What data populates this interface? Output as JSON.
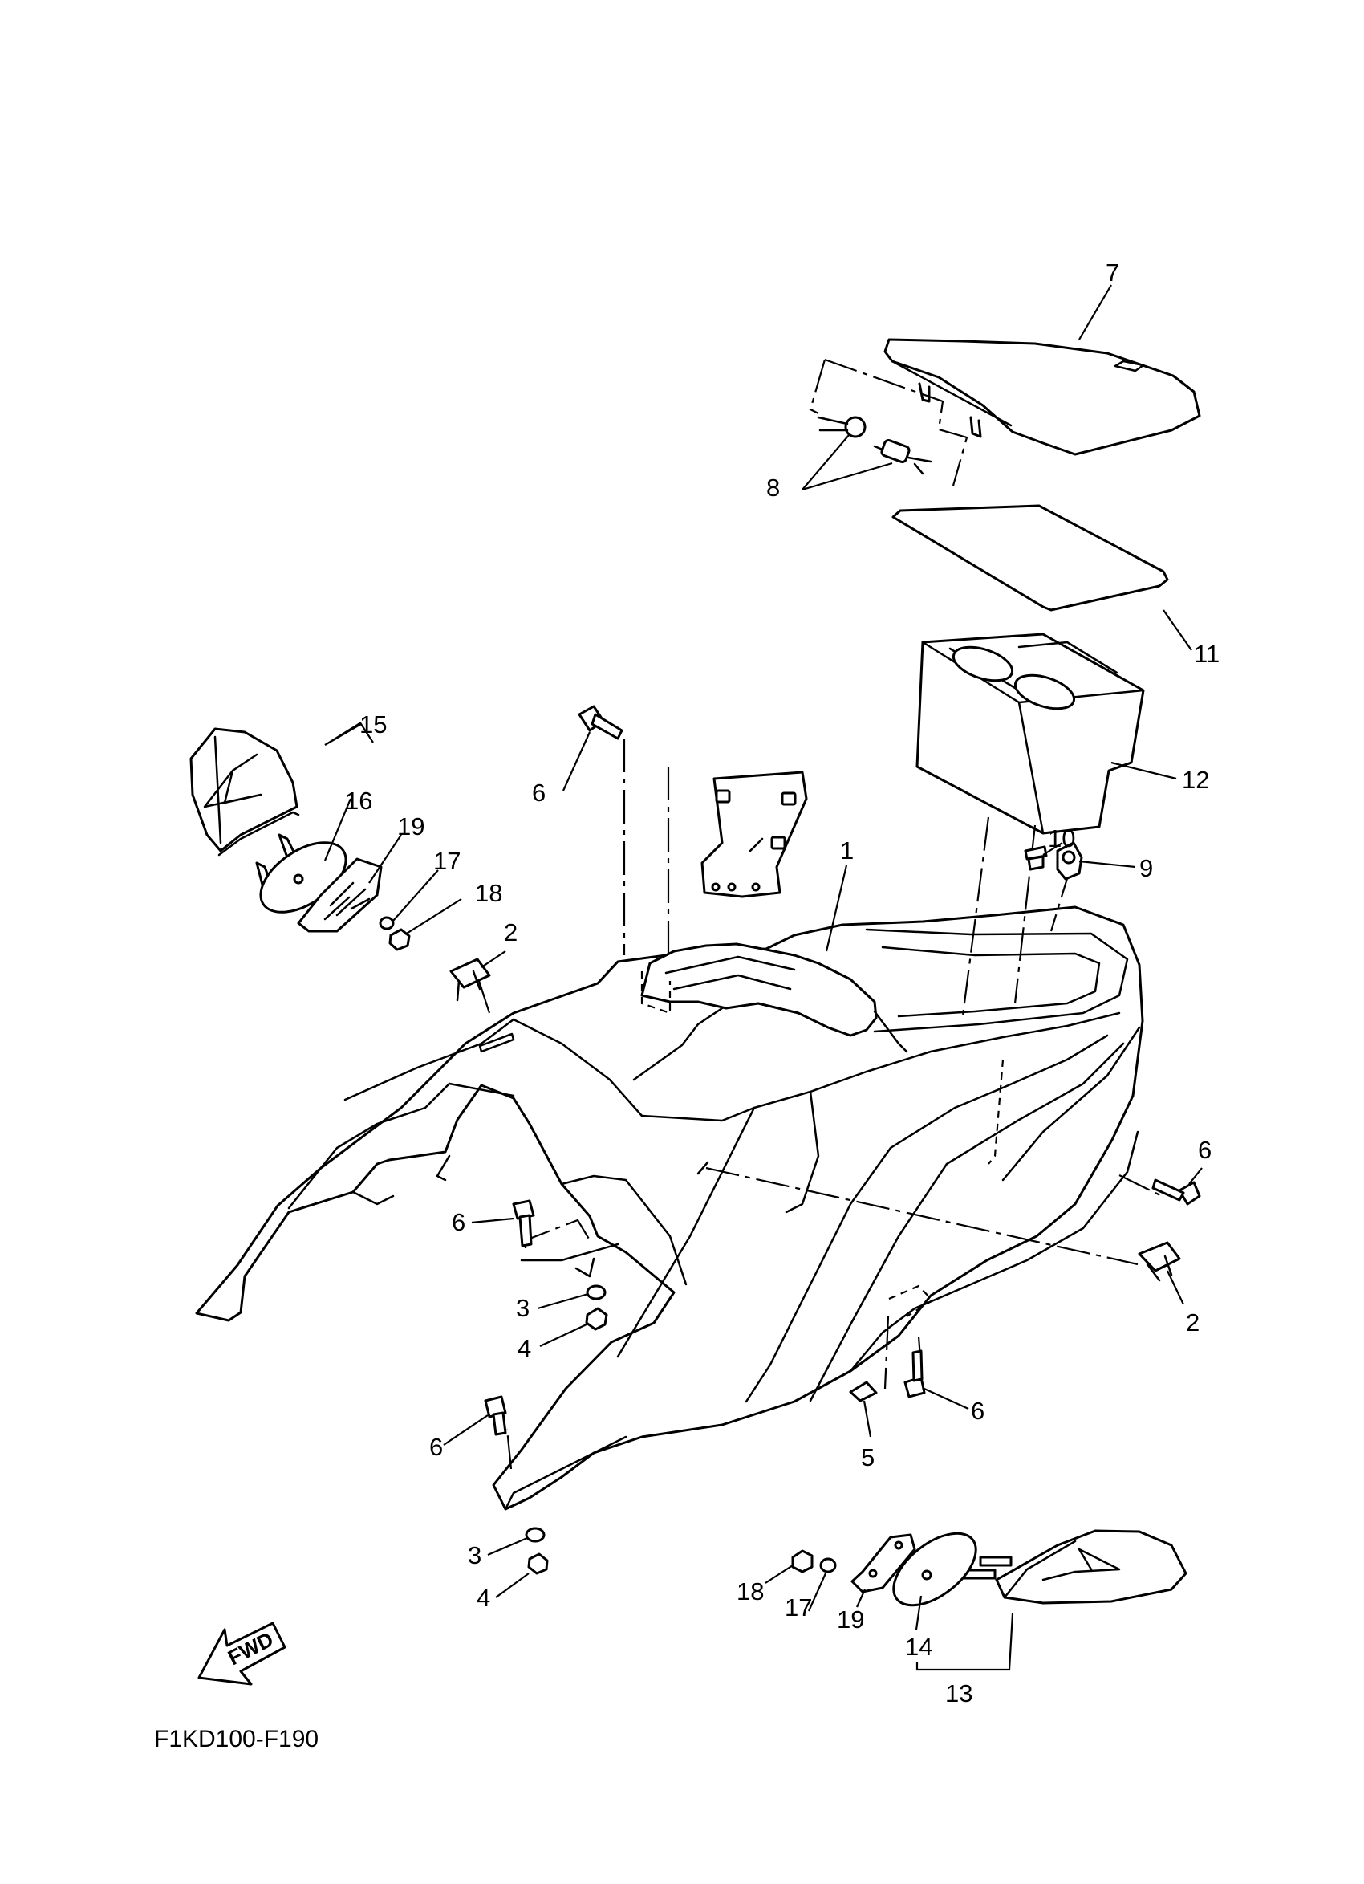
{
  "diagram_code": "F1KD100-F190",
  "fwd_label": "FWD",
  "callouts": [
    {
      "id": "c1",
      "text": "1"
    },
    {
      "id": "c2a",
      "text": "2"
    },
    {
      "id": "c2b",
      "text": "2"
    },
    {
      "id": "c3a",
      "text": "3"
    },
    {
      "id": "c3b",
      "text": "3"
    },
    {
      "id": "c4a",
      "text": "4"
    },
    {
      "id": "c4b",
      "text": "4"
    },
    {
      "id": "c5",
      "text": "5"
    },
    {
      "id": "c6a",
      "text": "6"
    },
    {
      "id": "c6b",
      "text": "6"
    },
    {
      "id": "c6c",
      "text": "6"
    },
    {
      "id": "c6d",
      "text": "6"
    },
    {
      "id": "c6e",
      "text": "6"
    },
    {
      "id": "c7",
      "text": "7"
    },
    {
      "id": "c8",
      "text": "8"
    },
    {
      "id": "c9",
      "text": "9"
    },
    {
      "id": "c10",
      "text": "10"
    },
    {
      "id": "c11",
      "text": "11"
    },
    {
      "id": "c12",
      "text": "12"
    },
    {
      "id": "c13",
      "text": "13"
    },
    {
      "id": "c14",
      "text": "14"
    },
    {
      "id": "c15",
      "text": "15"
    },
    {
      "id": "c16",
      "text": "16"
    },
    {
      "id": "c17a",
      "text": "17"
    },
    {
      "id": "c17b",
      "text": "17"
    },
    {
      "id": "c18a",
      "text": "18"
    },
    {
      "id": "c18b",
      "text": "18"
    },
    {
      "id": "c19a",
      "text": "19"
    },
    {
      "id": "c19b",
      "text": "19"
    }
  ]
}
